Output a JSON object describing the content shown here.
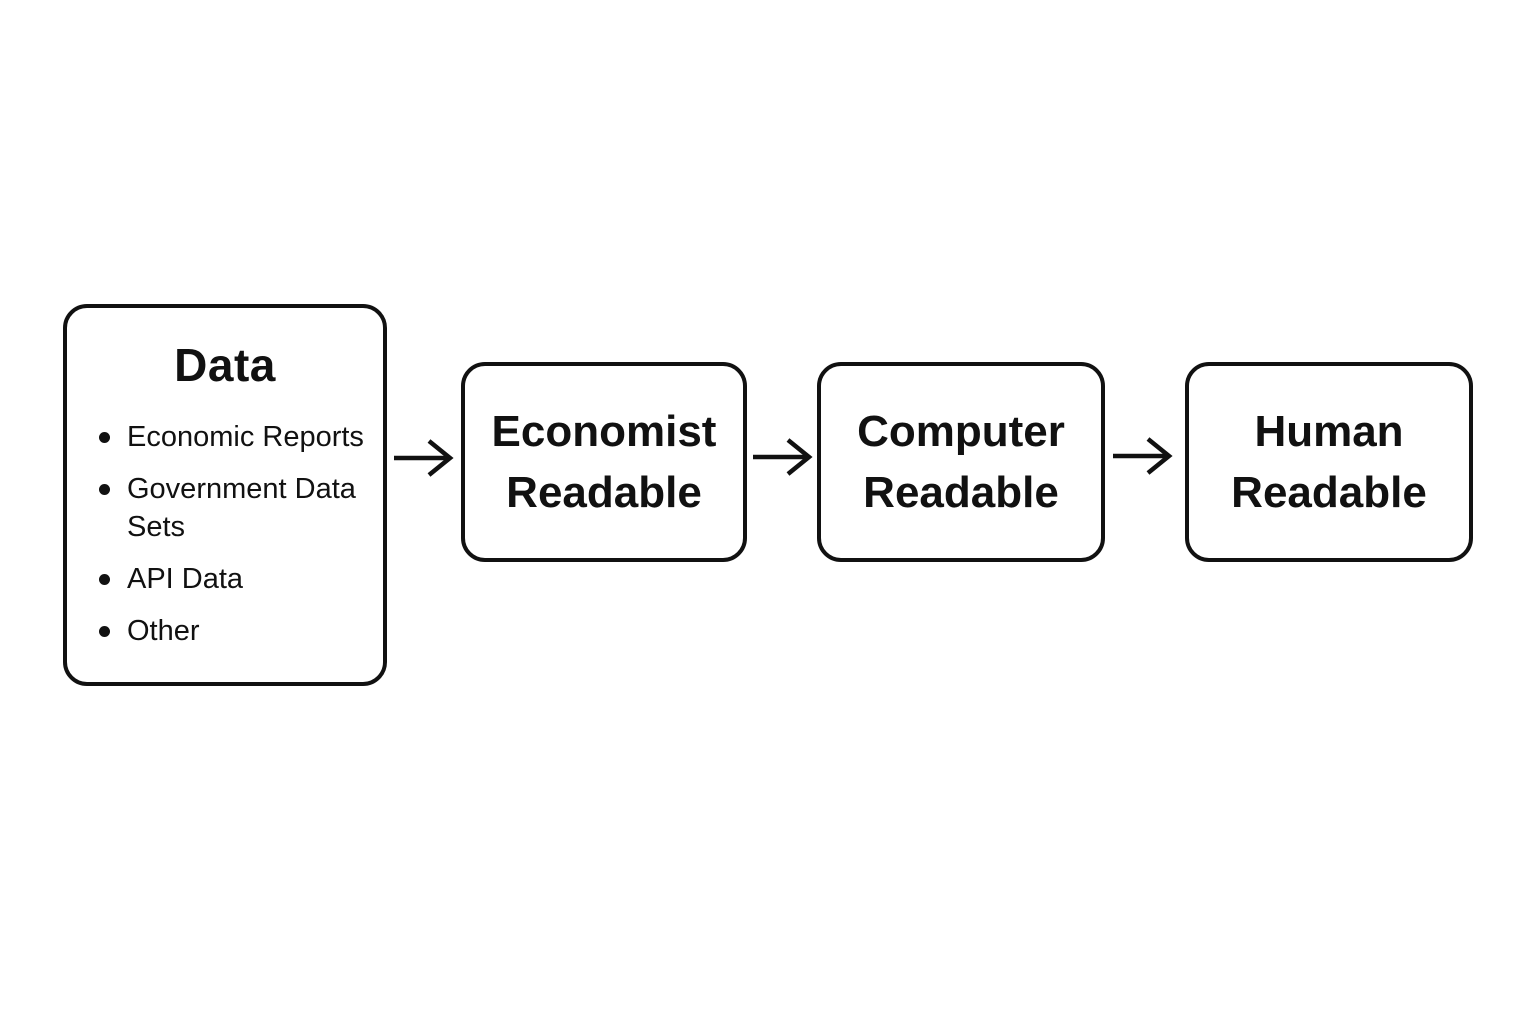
{
  "canvas": {
    "background": "#ffffff",
    "ink": "#111111"
  },
  "data_box": {
    "title": "Data",
    "bullets": [
      "Economic Reports",
      "Government Data Sets",
      "API Data",
      "Other"
    ]
  },
  "flow_boxes": [
    {
      "label": "Economist Readable"
    },
    {
      "label": "Computer Readable"
    },
    {
      "label": "Human Readable"
    }
  ],
  "icons": {
    "arrow_glyph": "→",
    "arrow_meaning": "flow direction left-to-right"
  }
}
